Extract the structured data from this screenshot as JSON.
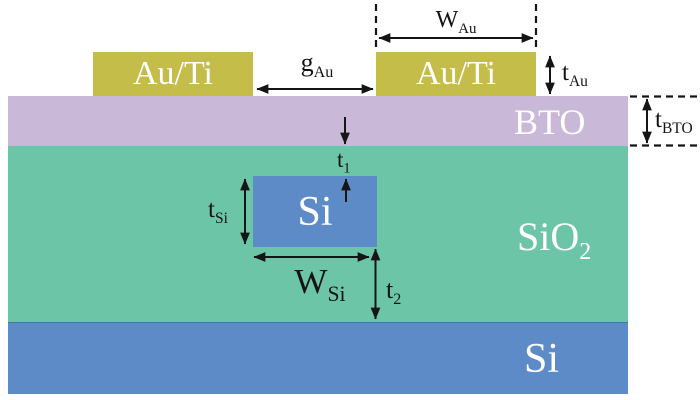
{
  "layers": {
    "electrode_left": {
      "label": "Au/Ti",
      "color": "#c4bd4a"
    },
    "electrode_right": {
      "label": "Au/Ti",
      "color": "#c4bd4a"
    },
    "bto": {
      "label": "BTO",
      "color": "#c9b8d8"
    },
    "sio2": {
      "label_main": "SiO",
      "label_sub": "2",
      "color": "#6dc5a8"
    },
    "si_waveguide": {
      "label": "Si",
      "color": "#5d8bc8"
    },
    "si_substrate": {
      "label": "Si",
      "color": "#5d8bc8"
    }
  },
  "dimensions": {
    "w_au": {
      "main": "W",
      "sub": "Au"
    },
    "t_au": {
      "main": "t",
      "sub": "Au"
    },
    "g_au": {
      "main": "g",
      "sub": "Au"
    },
    "t_bto": {
      "main": "t",
      "sub": "BTO"
    },
    "t_1": {
      "main": "t",
      "sub": "1"
    },
    "t_si": {
      "main": "t",
      "sub": "Si"
    },
    "w_si": {
      "main": "W",
      "sub": "Si"
    },
    "t_2": {
      "main": "t",
      "sub": "2"
    }
  },
  "annotation_color": "#151515",
  "layer_label_color": "#ffffff",
  "background_color": "#ffffff"
}
